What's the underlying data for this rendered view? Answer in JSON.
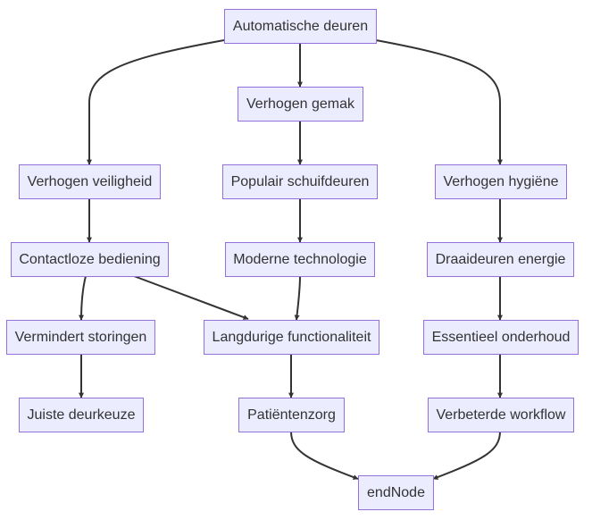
{
  "diagram": {
    "type": "flowchart",
    "colors": {
      "node_fill": "#ECECFF",
      "node_stroke": "#9370DB",
      "text": "#333333",
      "edge": "#333333"
    },
    "nodes": {
      "auto": "Automatische deuren",
      "gemak": "Verhogen gemak",
      "veiligheid": "Verhogen veiligheid",
      "schuif": "Populair schuifdeuren",
      "hygiene": "Verhogen hygiëne",
      "contactloos": "Contactloze bediening",
      "moderne": "Moderne technologie",
      "draai": "Draaideuren energie",
      "storingen": "Vermindert storingen",
      "langdurig": "Langdurige functionaliteit",
      "onderhoud": "Essentieel onderhoud",
      "deurkeuze": "Juiste deurkeuze",
      "patient": "Patiëntenzorg",
      "workflow": "Verbeterde workflow",
      "end": "endNode"
    },
    "edges": [
      [
        "auto",
        "veiligheid"
      ],
      [
        "auto",
        "gemak"
      ],
      [
        "auto",
        "hygiene"
      ],
      [
        "gemak",
        "schuif"
      ],
      [
        "veiligheid",
        "contactloos"
      ],
      [
        "schuif",
        "moderne"
      ],
      [
        "hygiene",
        "draai"
      ],
      [
        "contactloos",
        "storingen"
      ],
      [
        "contactloos",
        "langdurig"
      ],
      [
        "moderne",
        "langdurig"
      ],
      [
        "draai",
        "onderhoud"
      ],
      [
        "storingen",
        "deurkeuze"
      ],
      [
        "langdurig",
        "patient"
      ],
      [
        "onderhoud",
        "workflow"
      ],
      [
        "patient",
        "end"
      ],
      [
        "workflow",
        "end"
      ]
    ]
  }
}
